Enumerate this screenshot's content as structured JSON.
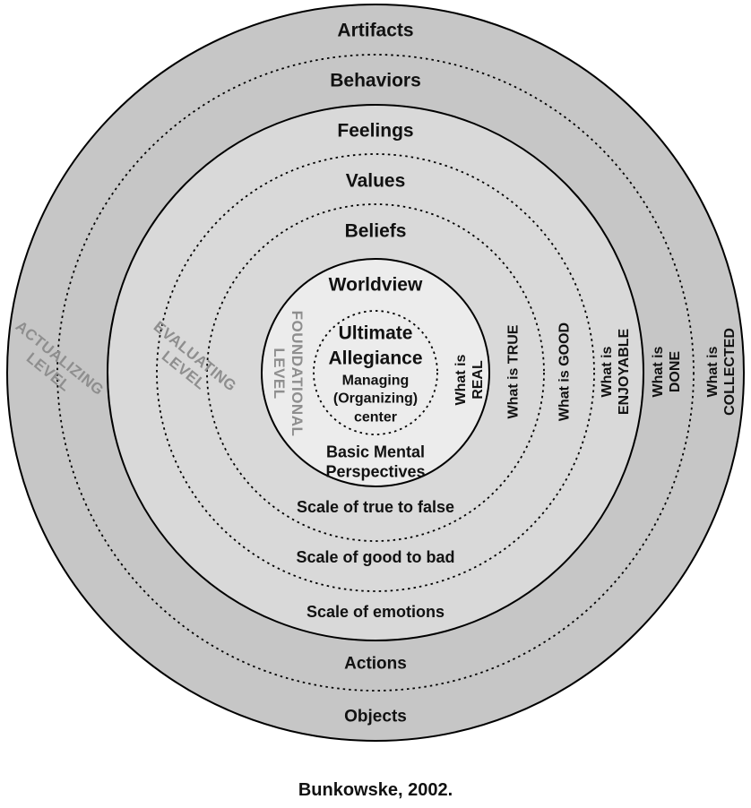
{
  "colors": {
    "background": "#ffffff",
    "outer_ring_fill": "#c6c6c6",
    "middle_ring_fill": "#d9d9d9",
    "inner_circle_fill": "#ececec",
    "ring_stroke": "#000000",
    "level_label_color": "#8e8e8e",
    "text_color": "#111111"
  },
  "top_labels": {
    "artifacts": "Artifacts",
    "behaviors": "Behaviors",
    "feelings": "Feelings",
    "values": "Values",
    "beliefs": "Beliefs",
    "worldview": "Worldview"
  },
  "center": {
    "title": "Ultimate\nAllegiance",
    "subtitle": "Managing\n(Organizing)\ncenter",
    "bottom": "Basic Mental\nPerspectives"
  },
  "bottom_labels": {
    "scale_true_false": "Scale of true to false",
    "scale_good_bad": "Scale of good to bad",
    "scale_emotions": "Scale of emotions",
    "actions": "Actions",
    "objects": "Objects"
  },
  "right_labels": {
    "real": "What is\nREAL",
    "truth": "What is TRUE",
    "good": "What is GOOD",
    "enjoyable": "What is ENJOYABLE",
    "done": "What is DONE",
    "collected": "What is COLLECTED"
  },
  "left_labels": {
    "foundational": "FOUNDATIONAL\nLEVEL",
    "evaluating": "EVALUATING\nLEVEL",
    "actualizing": "ACTUALIZING\nLEVEL"
  },
  "caption": "Bunkowske, 2002."
}
